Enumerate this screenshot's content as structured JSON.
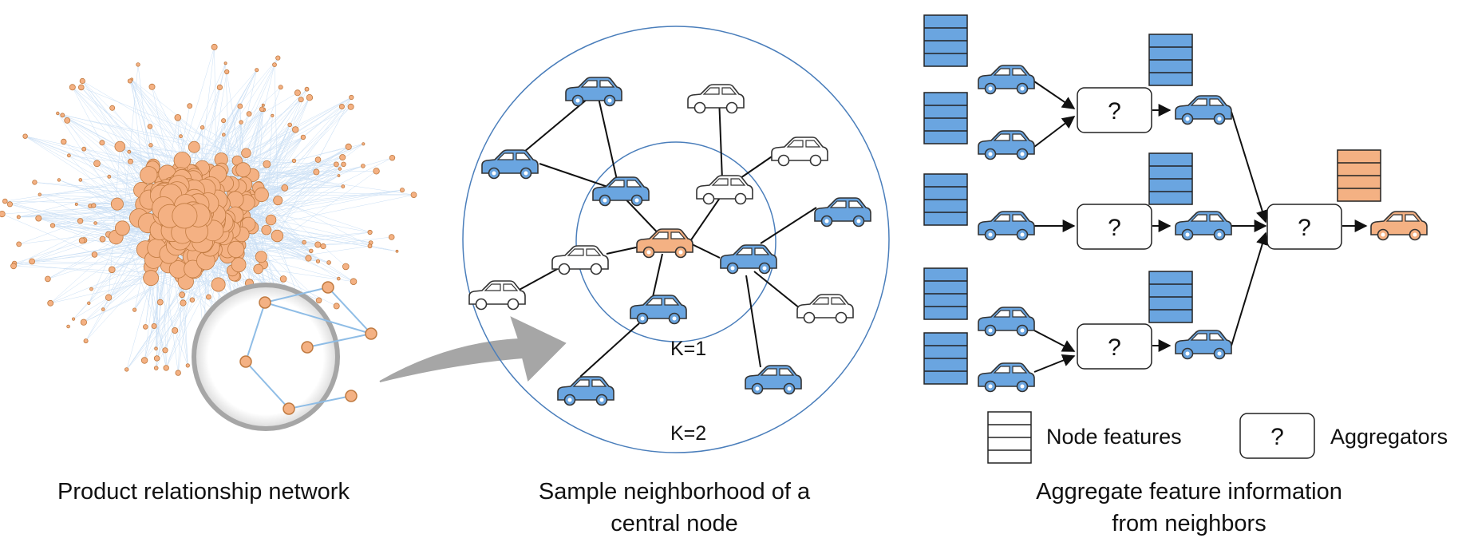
{
  "panel_left": {
    "caption": "Product relationship network"
  },
  "panel_middle": {
    "caption_line1": "Sample neighborhood of a",
    "caption_line2": "central node",
    "k1_label": "K=1",
    "k2_label": "K=2"
  },
  "panel_right": {
    "caption_line1": "Aggregate feature information",
    "caption_line2": "from neighbors",
    "aggregator_symbol": "?",
    "legend": {
      "features_label": "Node features",
      "aggregators_label": "Aggregators",
      "aggregator_symbol": "?"
    }
  },
  "colors": {
    "blue": "#6aa5e0",
    "orange": "#f4b183",
    "edge_light": "#9fc5ec",
    "ring": "#4a7ebb"
  },
  "icons": {
    "car": "car-icon",
    "feature_stack": "feature-stack-icon",
    "magnifier": "magnifier-icon",
    "arrow": "arrow-icon"
  }
}
